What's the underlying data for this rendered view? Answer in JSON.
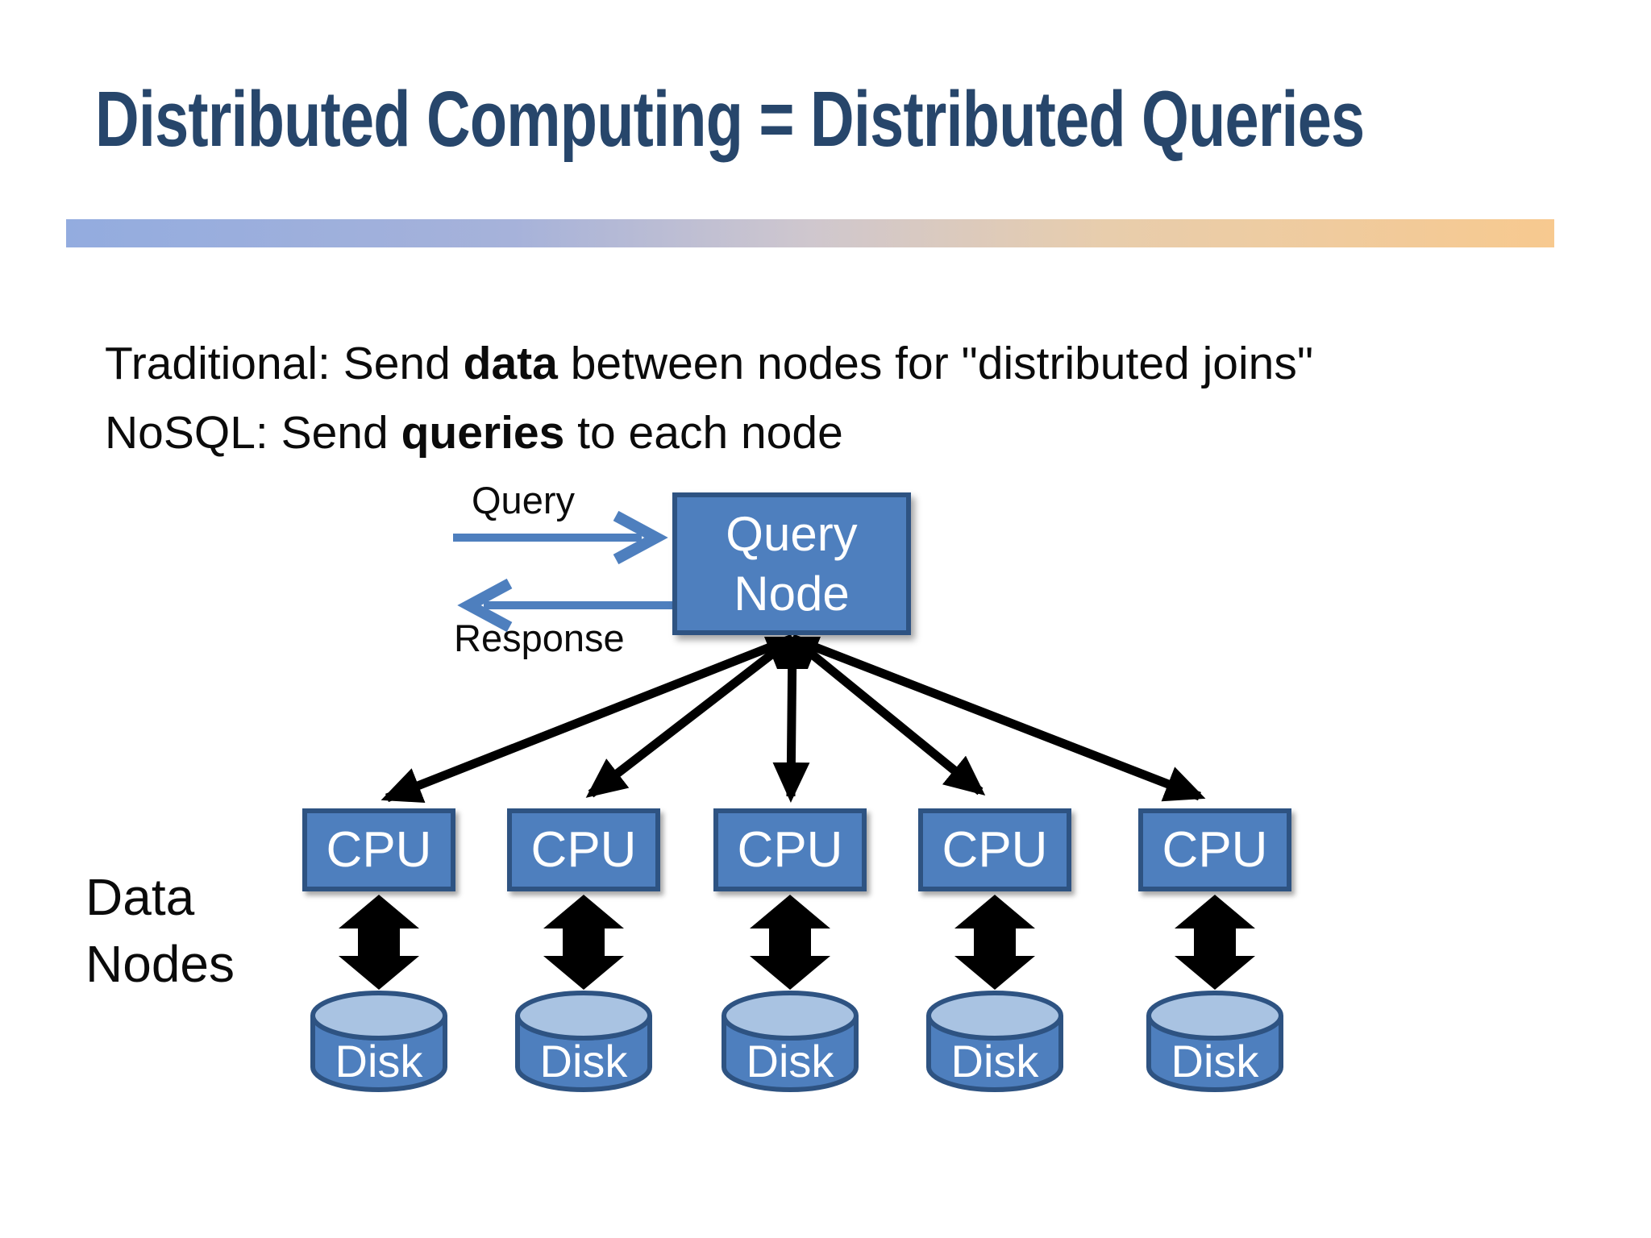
{
  "slide": {
    "title": "Distributed Computing = Distributed Queries",
    "body_lines": [
      {
        "segments": [
          {
            "text": "Traditional: Send "
          },
          {
            "text": "data",
            "bold": true
          },
          {
            "text": " between nodes for \"distributed joins\""
          }
        ]
      },
      {
        "segments": [
          {
            "text": "NoSQL: Send "
          },
          {
            "text": "queries",
            "bold": true
          },
          {
            "text": " to each node"
          }
        ]
      }
    ],
    "colors": {
      "title": "#27466B",
      "node_fill": "#4E7FBE",
      "node_border": "#2E5382",
      "disk_top_fill": "#A9C3E2",
      "arrow_blue": "#4E7FBE",
      "bar_gradient_start": "#93ACDF",
      "bar_gradient_end": "#F7C98F"
    }
  },
  "diagram": {
    "query_arrow_label": "Query",
    "response_arrow_label": "Response",
    "query_node": {
      "line1": "Query",
      "line2": "Node"
    },
    "cpu_label": "CPU",
    "disk_label": "Disk",
    "data_nodes_label": {
      "line1": "Data",
      "line2": "Nodes"
    }
  }
}
